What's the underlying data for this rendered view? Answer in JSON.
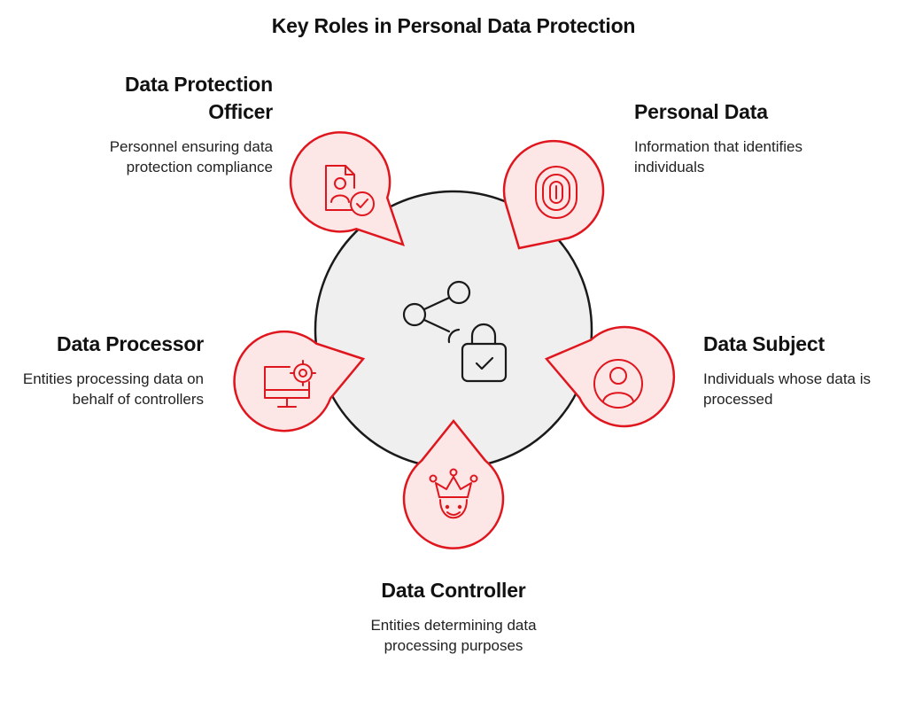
{
  "title": "Key Roles in Personal Data Protection",
  "colors": {
    "accent": "#e0161e",
    "petal_fill": "#fde6e6",
    "center_fill": "#efefef",
    "outline": "#1a1a1a"
  },
  "center": {
    "icon": "share-lock-icon"
  },
  "roles": [
    {
      "key": "dpo",
      "heading": "Data Protection Officer",
      "description": "Personnel ensuring data protection compliance",
      "icon": "document-user-check-icon"
    },
    {
      "key": "personal_data",
      "heading": "Personal Data",
      "description": "Information that identifies individuals",
      "icon": "fingerprint-icon"
    },
    {
      "key": "subject",
      "heading": "Data Subject",
      "description": "Individuals whose data is processed",
      "icon": "user-circle-icon"
    },
    {
      "key": "controller",
      "heading": "Data Controller",
      "description": "Entities determining data processing purposes",
      "icon": "crown-face-icon"
    },
    {
      "key": "processor",
      "heading": "Data Processor",
      "description": "Entities processing data on behalf of controllers",
      "icon": "monitor-gear-icon"
    }
  ]
}
